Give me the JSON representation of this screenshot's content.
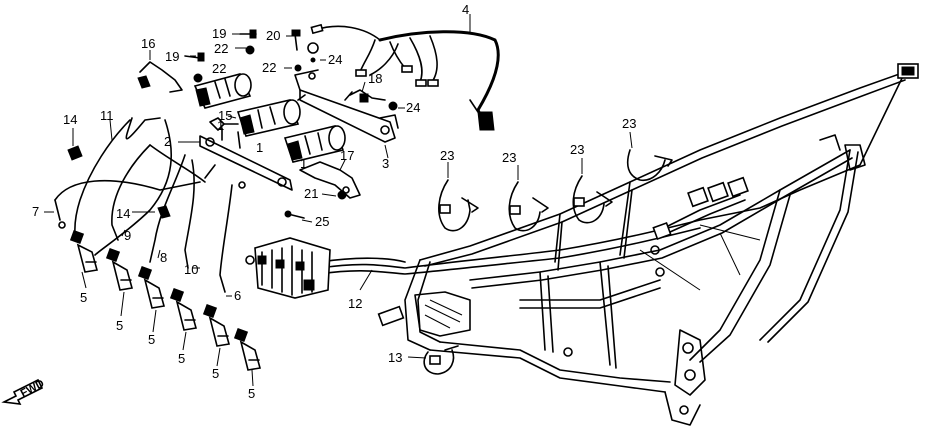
{
  "callouts": {
    "c1a": "1",
    "c1b": "1",
    "c1c": "1",
    "c2": "2",
    "c3": "3",
    "c4": "4",
    "c5a": "5",
    "c5b": "5",
    "c5c": "5",
    "c5d": "5",
    "c5e": "5",
    "c5f": "5",
    "c6": "6",
    "c7": "7",
    "c8": "8",
    "c9": "9",
    "c10": "10",
    "c11": "11",
    "c12": "12",
    "c13": "13",
    "c14a": "14",
    "c14b": "14",
    "c15": "15",
    "c16": "16",
    "c17": "17",
    "c18": "18",
    "c19a": "19",
    "c19b": "19",
    "c20": "20",
    "c21": "21",
    "c22a": "22",
    "c22b": "22",
    "c22c": "22",
    "c23a": "23",
    "c23b": "23",
    "c23c": "23",
    "c23d": "23",
    "c24a": "24",
    "c24b": "24",
    "c25": "25"
  },
  "fwd_label": "FWD"
}
